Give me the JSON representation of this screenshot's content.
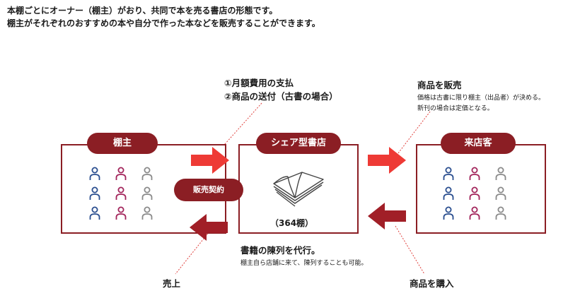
{
  "intro": {
    "line1": "本棚ごとにオーナー（棚主）がおり、共同で本を売る書店の形態です。",
    "line2": "棚主がそれぞれのおすすめの本や自分で作った本などを販売することができます。"
  },
  "nodes": {
    "owner": "棚主",
    "shop": "シェア型書店",
    "customer": "来店客",
    "contract": "販売契約",
    "shelves": "（364棚）"
  },
  "flows": {
    "payment_line1": "①月額費用の支払",
    "payment_line2": "②商品の送付（古書の場合）",
    "sell_title": "商品を販売",
    "sell_note1": "価格は古書に限り棚主（出品者）が決める。",
    "sell_note2": "新刊の場合は定価となる。",
    "display_title": "書籍の陳列を代行。",
    "display_note": "棚主自ら店舗に来て、陳列することも可能。",
    "sales": "売上",
    "buy": "商品を購入"
  },
  "colors": {
    "brand": "#8b1e24",
    "arrow_red": "#ee3a35",
    "arrow_dark": "#a11f27",
    "person_blue": "#2a4e8f",
    "person_magenta": "#a2245b",
    "person_gray": "#8a8a8a",
    "dotted_line": "#e0403c"
  },
  "icons": {
    "person": "person-icon",
    "book": "open-book-icon",
    "arrow": "arrow-icon"
  }
}
